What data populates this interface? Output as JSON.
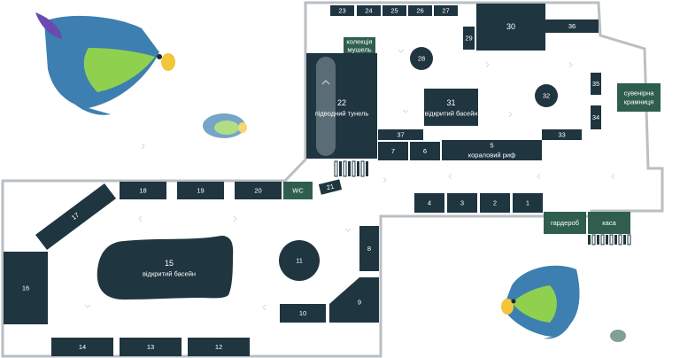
{
  "exhibits": {
    "e1": "1",
    "e2": "2",
    "e3": "3",
    "e4": "4",
    "e5": "5",
    "e5_name": "кораловий риф",
    "e6": "6",
    "e7": "7",
    "e8": "8",
    "e9": "9",
    "e10": "10",
    "e11": "11",
    "e12": "12",
    "e13": "13",
    "e14": "14",
    "e15": "15",
    "e15_name": "відкритий басейн",
    "e16": "16",
    "e17": "17",
    "e18": "18",
    "e19": "19",
    "e20": "20",
    "e21": "21",
    "e22": "22",
    "e22_name": "підводний тунель",
    "e23": "23",
    "e24": "24",
    "e25": "25",
    "e26": "26",
    "e27": "27",
    "e28": "28",
    "e29": "29",
    "e30": "30",
    "e31": "31",
    "e31_name": "відкритий басейн",
    "e32": "32",
    "e33": "33",
    "e34": "34",
    "e35": "35",
    "e36": "36",
    "e37": "37"
  },
  "services": {
    "wc": "WC",
    "shells_line1": "колекція",
    "shells_line2": "мушель",
    "souvenir_line1": "сувенірна",
    "souvenir_line2": "крамниця",
    "cloakroom": "гардероб",
    "cashdesk": "каса"
  },
  "colors": {
    "exhibit": "#1f3540",
    "service": "#2f5e4e",
    "wall": "#b9bfc3",
    "floor": "#ffffff",
    "fish_body": "#3d7fb0",
    "fish_belly": "#8fd14f",
    "fish_fin": "#f2c53a"
  },
  "icons": {
    "fish": "angelfish-icon",
    "stairs": "stairs-icon",
    "direction": "chevron-icon"
  }
}
